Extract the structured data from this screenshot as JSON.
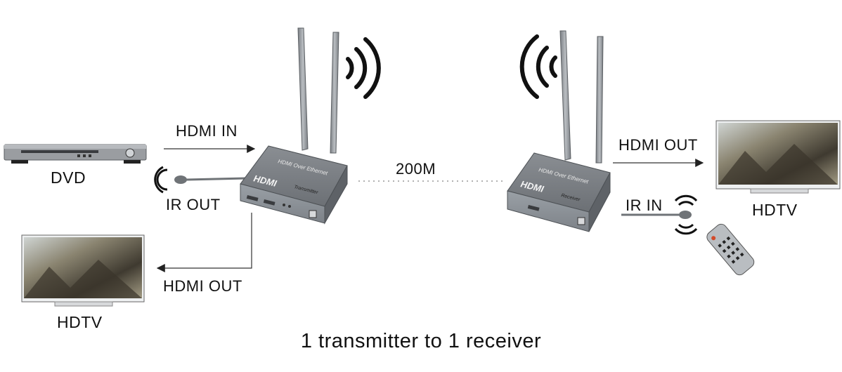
{
  "labels": {
    "hdmi_in": "HDMI IN",
    "dvd": "DVD",
    "ir_out": "IR OUT",
    "hdmi_out_tx": "HDMI OUT",
    "hdtv_left": "HDTV",
    "distance": "200M",
    "hdmi_out_rx": "HDMI OUT",
    "ir_in": "IR IN",
    "hdtv_right": "HDTV"
  },
  "devices": {
    "transmitter_brand": "HDMI",
    "transmitter_model": "HDMI Over Ethernet",
    "transmitter_tag": "Transmitter",
    "receiver_brand": "HDMI",
    "receiver_model": "HDMI Over Ethernet",
    "receiver_tag": "Receiver"
  },
  "caption": "1 transmitter to 1 receiver",
  "icons": [
    "wifi-signal-icon",
    "ir-emitter-icon",
    "ir-receiver-icon",
    "remote-control-icon",
    "dvd-player-icon",
    "hdtv-icon",
    "antenna-icon"
  ]
}
